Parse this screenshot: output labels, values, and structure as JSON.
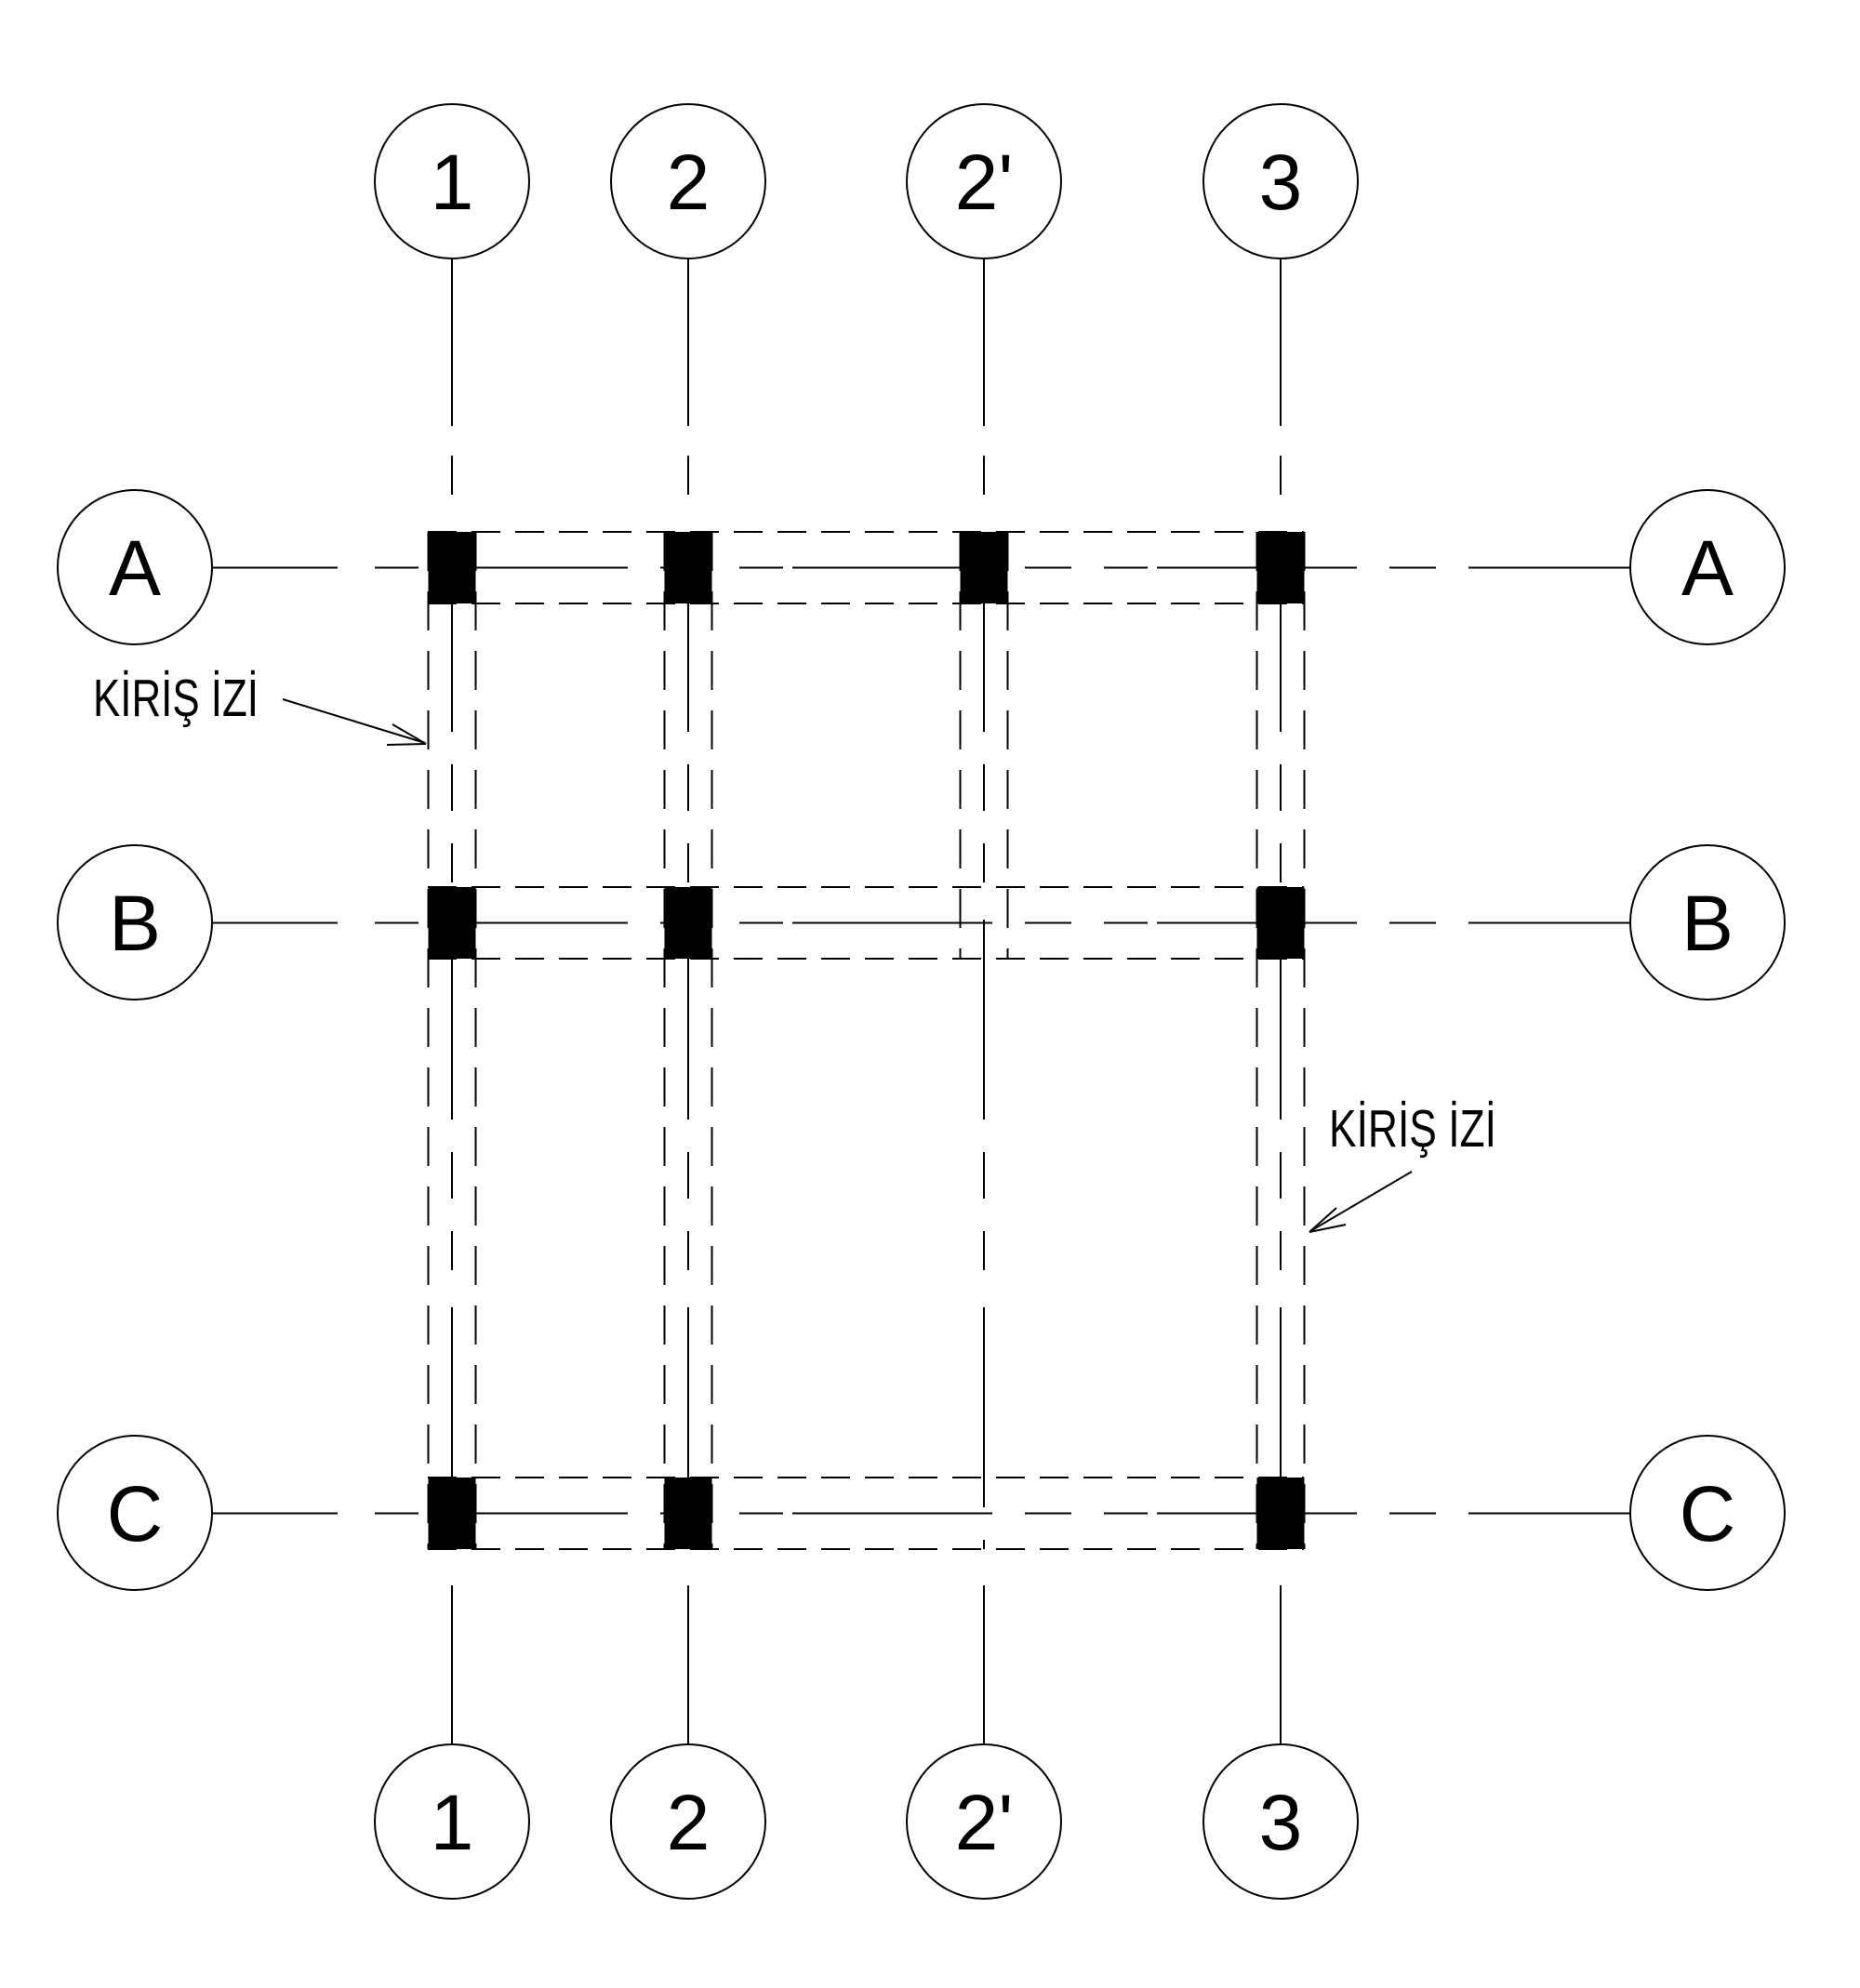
{
  "drawing": {
    "colors": {
      "ink": "#000000",
      "background": "#ffffff"
    },
    "column_axes": [
      {
        "label": "1"
      },
      {
        "label": "2"
      },
      {
        "label": "2'"
      },
      {
        "label": "3"
      }
    ],
    "row_axes": [
      {
        "label": "A"
      },
      {
        "label": "B"
      },
      {
        "label": "C"
      }
    ],
    "annotations": [
      {
        "text": "KİRİŞ İZİ"
      },
      {
        "text": "KİRİŞ İZİ"
      }
    ]
  }
}
